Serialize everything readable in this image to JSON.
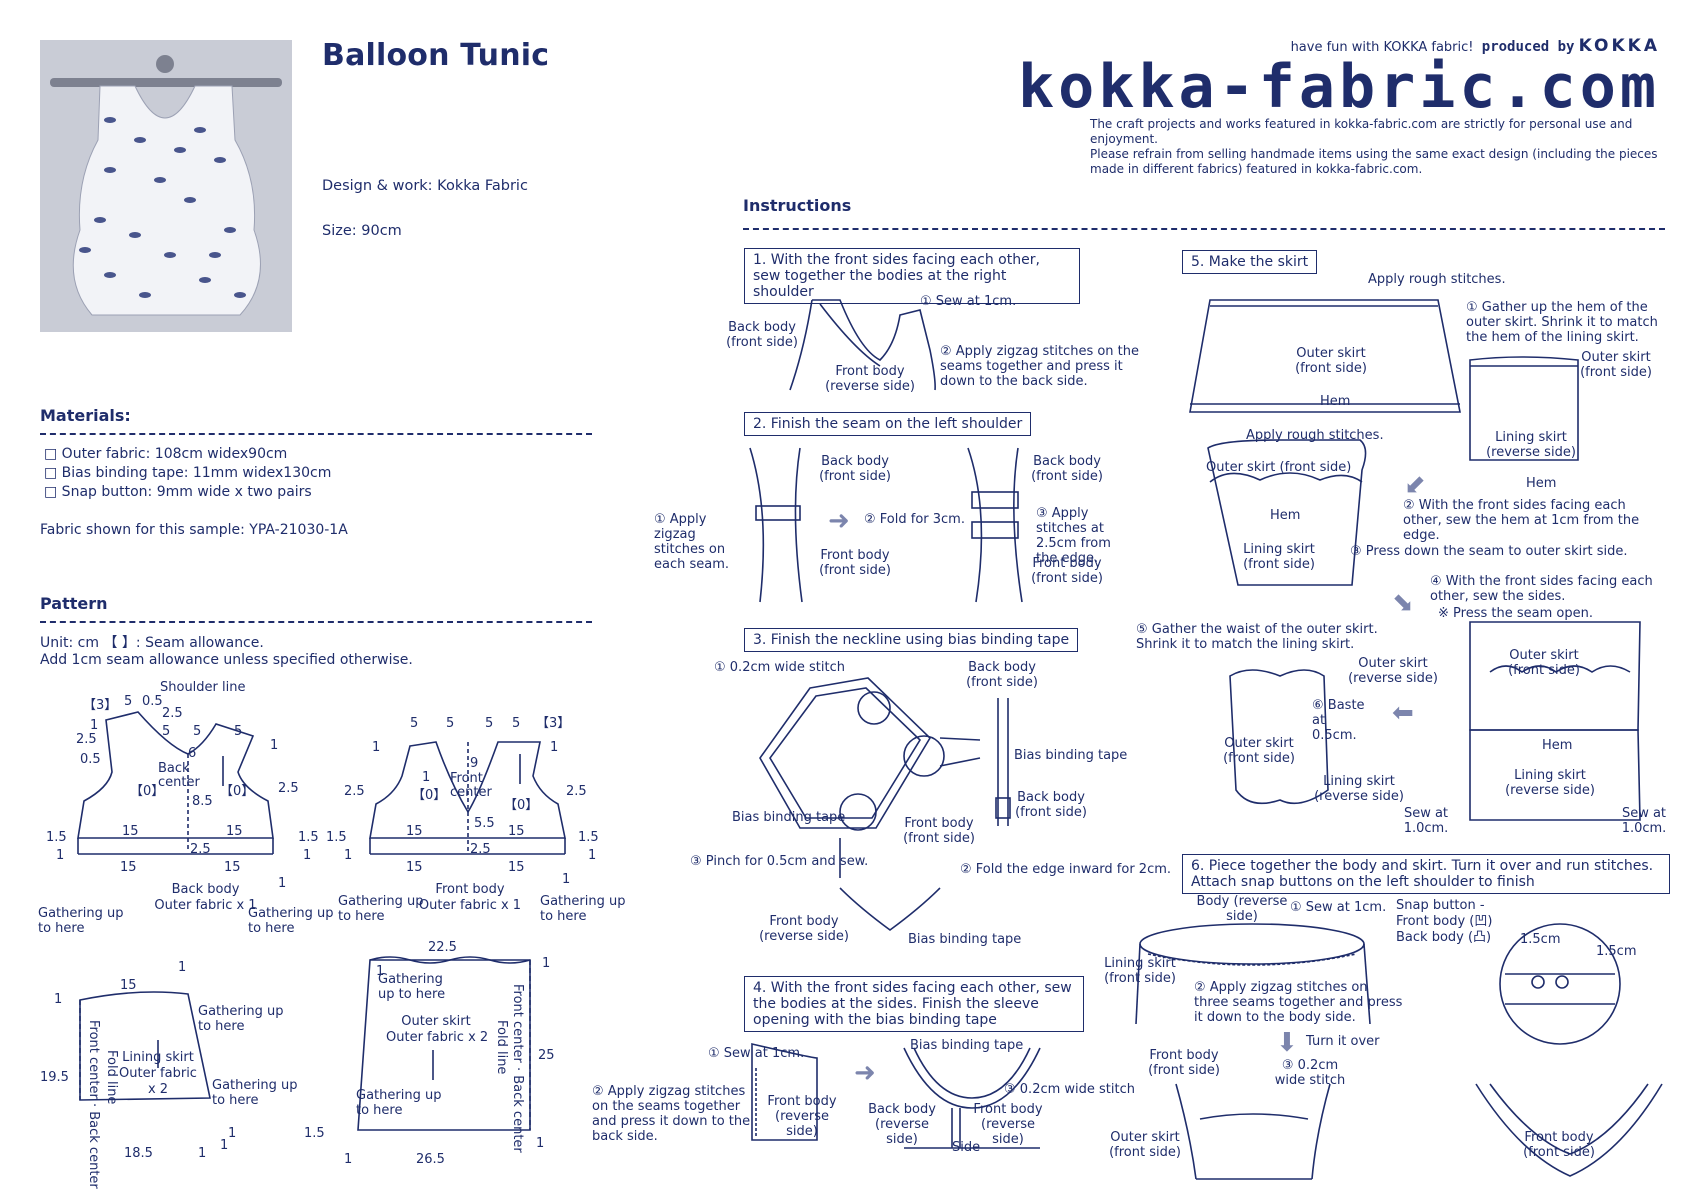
{
  "header": {
    "title": "Balloon Tunic",
    "design": "Design & work: Kokka Fabric",
    "size": "Size: 90cm",
    "tagline": "have fun with KOKKA fabric!",
    "produced_by": "produced by",
    "brand": "KOKKA",
    "logo": "kokka-fabric.com",
    "notice": [
      "The craft projects and works featured in kokka-fabric.com are strictly for personal use and enjoyment.",
      "Please refrain from selling handmade items using the same exact design (including the pieces",
      "made in different fabrics) featured in kokka-fabric.com."
    ]
  },
  "materials": {
    "heading": "Materials:",
    "items": [
      "□ Outer fabric: 108cm widex90cm",
      "□ Bias binding tape: 11mm widex130cm",
      "□ Snap button: 9mm wide x two pairs"
    ],
    "sample": "Fabric shown for this sample: YPA-21030-1A"
  },
  "pattern": {
    "heading": "Pattern",
    "unit": "Unit: cm 【 】: Seam allowance.",
    "note": "Add 1cm seam allowance unless specified otherwise.",
    "back_body": {
      "shoulder": "Shoulder line",
      "name": "Back body",
      "fabric": "Outer fabric x 1",
      "center": "Back center",
      "gather_left": "Gathering up to here",
      "gather_right": "Gathering up to here",
      "nums": [
        "【3】",
        "5",
        "0.5",
        "2.5",
        "5",
        "5",
        "5",
        "1",
        "1",
        "2.5",
        "0.5",
        "6",
        "2.5",
        "【0】",
        "【0】",
        "8.5",
        "1.5",
        "15",
        "15",
        "1.5",
        "1",
        "2.5",
        "1",
        "15",
        "15",
        "1"
      ]
    },
    "front_body": {
      "name": "Front body",
      "fabric": "Outer fabric x 1",
      "center": "Front center",
      "gather_left": "Gathering up to here",
      "gather_right": "Gathering up to here",
      "nums": [
        "5",
        "5",
        "5",
        "5",
        "【3】",
        "1",
        "1",
        "9",
        "2.5",
        "1",
        "2.5",
        "【0】",
        "【0】",
        "5.5",
        "1.5",
        "15",
        "15",
        "1.5",
        "1",
        "2.5",
        "1",
        "15",
        "15",
        "1"
      ]
    },
    "lining_skirt": {
      "name": "Lining skirt",
      "fabric": "Outer fabric",
      "count": "x 2",
      "left_edge": "Front center · Back center",
      "fold": "Fold line",
      "gather_top": "Gathering up to here",
      "gather_bottom": "Gathering up to here",
      "nums": [
        "15",
        "1",
        "1",
        "19.5",
        "1",
        "1",
        "18.5",
        "1"
      ]
    },
    "outer_skirt": {
      "name": "Outer skirt",
      "fabric": "Outer fabric x 2",
      "right_edge": "Front center · Back center",
      "fold": "Fold line",
      "gather_top": "Gathering up to here",
      "gather_bottom": "Gathering up to here",
      "nums": [
        "22.5",
        "1",
        "1",
        "25",
        "1.5",
        "1",
        "26.5",
        "1"
      ]
    }
  },
  "instructions": {
    "heading": "Instructions",
    "step1": {
      "title": "1. With the front sides facing each other, sew together the bodies at the right shoulder",
      "labels": [
        "Back body (front side)",
        "① Sew at 1cm.",
        "② Apply zigzag stitches on the seams together and press it down to the back side.",
        "Front body (reverse side)"
      ]
    },
    "step2": {
      "title": "2. Finish the seam on the left shoulder",
      "labels": [
        "① Apply zigzag stitches on each seam.",
        "Back body (front side)",
        "② Fold for 3cm.",
        "Front body (front side)",
        "Back body (front side)",
        "③ Apply stitches at 2.5cm from the edge.",
        "Front body (front side)"
      ]
    },
    "step3": {
      "title": "3. Finish the neckline using bias binding tape",
      "labels": [
        "① 0.2cm wide stitch",
        "Back body (front side)",
        "Bias binding tape",
        "Bias binding tape",
        "Back body (front side)",
        "Front body (front side)",
        "③ Pinch for 0.5cm and sew.",
        "② Fold the edge inward for 2cm.",
        "Front body (reverse side)",
        "Bias binding tape"
      ]
    },
    "step4": {
      "title": "4. With the front sides facing each other, sew the bodies at the sides. Finish the sleeve opening with the bias binding tape",
      "labels": [
        "① Sew at 1cm.",
        "② Apply zigzag stitches on the seams together and press it down to the back side.",
        "Front body (reverse side)",
        "Bias binding tape",
        "③ 0.2cm wide stitch",
        "Back body (reverse side)",
        "Front body (reverse side)",
        "Side"
      ]
    },
    "step5": {
      "title": "5. Make the skirt",
      "labels": [
        "Apply rough stitches.",
        "① Gather up the hem of the outer skirt. Shrink it to match the hem of the lining skirt.",
        "Outer skirt (front side)",
        "Hem",
        "Apply rough stitches.",
        "Outer skirt (front side)",
        "Lining skirt (reverse side)",
        "Hem",
        "Outer skirt (front side)",
        "Hem",
        "Lining skirt (front side)",
        "② With the front sides facing each other, sew the hem at 1cm from the edge.",
        "③ Press down the seam to outer skirt side.",
        "④ With the front sides facing each other, sew the sides.",
        "※ Press the seam open.",
        "⑤ Gather the waist of the outer skirt. Shrink it to match the lining skirt.",
        "Outer skirt (reverse side)",
        "Outer skirt (front side)",
        "⑥ Baste at 0.5cm.",
        "Outer skirt (front side)",
        "Lining skirt (reverse side)",
        "Hem",
        "Lining skirt (reverse side)",
        "Sew at 1.0cm.",
        "Sew at 1.0cm."
      ]
    },
    "step6": {
      "title": "6. Piece together the body and skirt. Turn it over and run stitches. Attach snap buttons on the left shoulder to finish",
      "labels": [
        "Body (reverse side)",
        "① Sew at 1cm.",
        "Snap button -",
        "Front body (凹)",
        "Back body (凸)",
        "Lining skirt (front side)",
        "② Apply zigzag stitches on three seams together and press it down to the body side.",
        "1.5cm",
        "1.5cm",
        "Turn it over",
        "③ 0.2cm wide stitch",
        "Front body (front side)",
        "Outer skirt (front side)",
        "Front body (front side)"
      ]
    }
  }
}
